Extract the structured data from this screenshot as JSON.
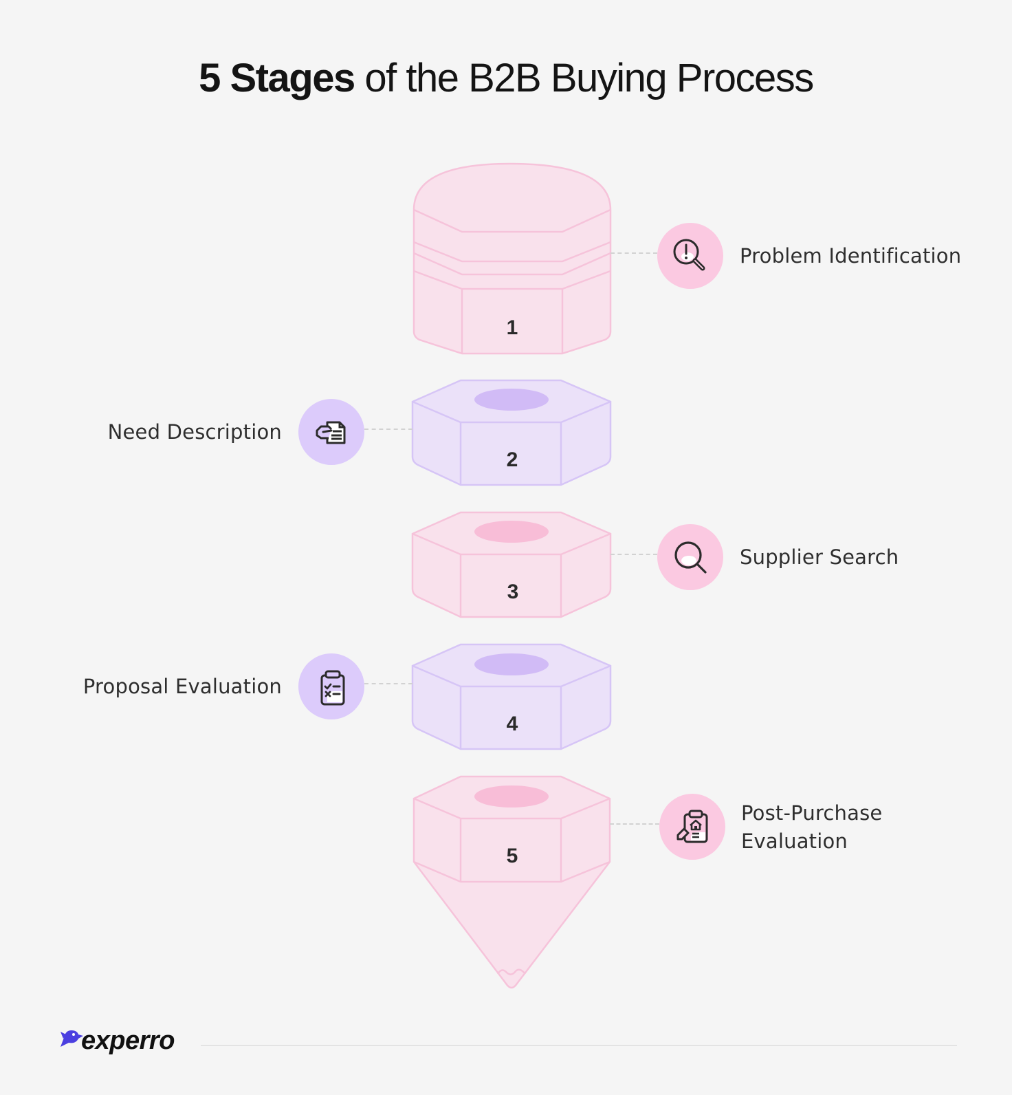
{
  "title": {
    "bold": "5 Stages",
    "regular": " of the B2B Buying Process"
  },
  "stages": [
    {
      "number": "1",
      "label": "Problem Identification",
      "icon": "problem-search-icon",
      "side": "right",
      "color": "#fbc9e1"
    },
    {
      "number": "2",
      "label": "Need Description",
      "icon": "hand-document-icon",
      "side": "left",
      "color": "#dccbfb"
    },
    {
      "number": "3",
      "label": "Supplier Search",
      "icon": "magnifier-icon",
      "side": "right",
      "color": "#fbc9e1"
    },
    {
      "number": "4",
      "label": "Proposal Evaluation",
      "icon": "checklist-clipboard-icon",
      "side": "left",
      "color": "#dccbfb"
    },
    {
      "number": "5",
      "label_line1": "Post-Purchase",
      "label_line2": "Evaluation",
      "icon": "clipboard-house-pen-icon",
      "side": "right",
      "color": "#fbc9e1"
    }
  ],
  "brand": {
    "name": "experro",
    "color": "#4b3fe0"
  },
  "colors": {
    "pink_fill": "#f9e1ec",
    "pink_stroke": "#f6c3da",
    "pink_hole": "#f8bdd7",
    "purple_fill": "#ebe1f9",
    "purple_stroke": "#d6c5f6",
    "purple_hole": "#d1bbf6"
  }
}
